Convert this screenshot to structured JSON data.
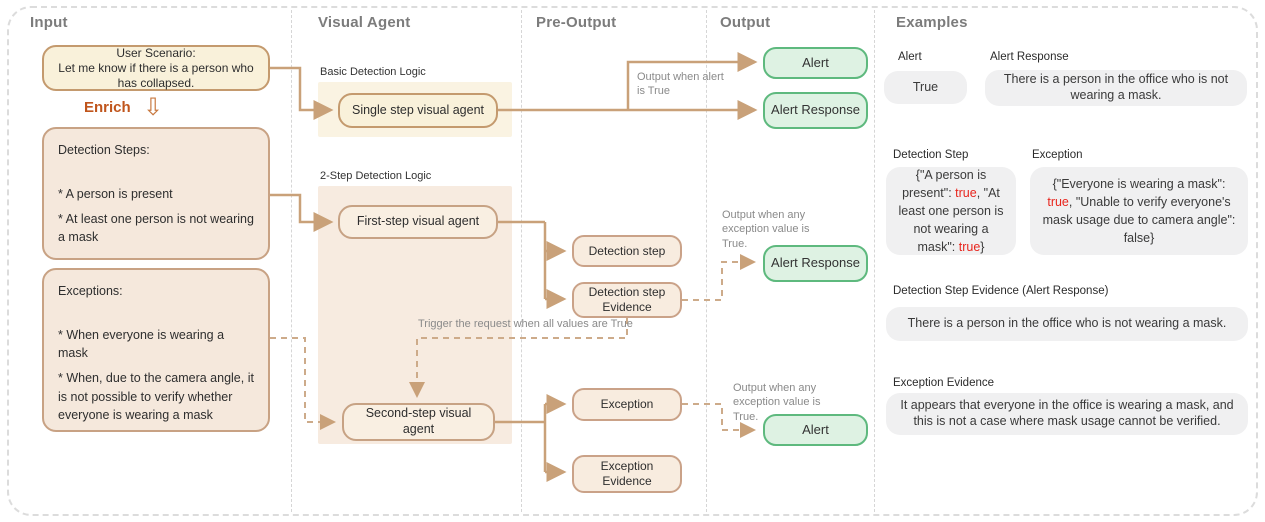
{
  "columns": {
    "input_title": "Input",
    "visual_agent_title": "Visual Agent",
    "pre_output_title": "Pre-Output",
    "output_title": "Output",
    "examples_title": "Examples"
  },
  "input": {
    "user_scenario_title": "User Scenario:",
    "user_scenario_text": "Let me know if there is a person who has collapsed.",
    "enrich_label": "Enrich",
    "enrich_arrow_icon": "⇩",
    "detection_steps_title": "Detection Steps:",
    "detection_steps_items": {
      "0": "* A person is present",
      "1": "* At least one person is not wearing a mask"
    },
    "exceptions_title": "Exceptions:",
    "exceptions_items": {
      "0": "* When everyone is wearing a mask",
      "1": "* When, due to the camera angle, it is not possible to verify whether everyone is wearing a mask"
    }
  },
  "visual_agent": {
    "basic_logic_label": "Basic Detection Logic",
    "single_step_agent": "Single step visual agent",
    "two_step_logic_label": "2-Step Detection Logic",
    "first_step_agent": "First-step visual agent",
    "second_step_agent": "Second-step visual agent"
  },
  "pre_output": {
    "detection_step": "Detection step",
    "detection_step_evidence": "Detection step Evidence",
    "exception": "Exception",
    "exception_evidence": "Exception Evidence"
  },
  "output": {
    "alert_top": "Alert",
    "alert_response_top": "Alert Response",
    "alert_response_mid": "Alert Response",
    "alert_bottom": "Alert"
  },
  "annotations": {
    "output_when_alert": "Output when alert is True",
    "trigger_request": "Trigger the request when all values are True",
    "output_when_exception_mid": "Output when any exception value is True.",
    "output_when_exception_bottom": "Output when any exception value is True."
  },
  "examples": {
    "alert_label": "Alert",
    "alert_value": "True",
    "alert_response_label": "Alert Response",
    "alert_response_value": "There is a person in the office who is not wearing a mask.",
    "detection_step_label": "Detection Step",
    "detection_step_segments": {
      "0": {
        "text": "{\"A person is present\": "
      },
      "1": {
        "text": "true"
      },
      "2": {
        "text": ", \"At least one person is not wearing a mask\": "
      },
      "3": {
        "text": "true"
      },
      "4": {
        "text": "}"
      }
    },
    "exception_label": "Exception",
    "exception_segments": {
      "0": {
        "text": "{\"Everyone is wearing a mask\": "
      },
      "1": {
        "text": "true"
      },
      "2": {
        "text": ", \"Unable to verify everyone's mask usage due to camera angle\": false}"
      }
    },
    "detection_step_evidence_label": "Detection Step Evidence (Alert Response)",
    "detection_step_evidence_value": "There is a person in the office who is not wearing a mask.",
    "exception_evidence_label": "Exception Evidence",
    "exception_evidence_value": "It appears that everyone in the office is wearing a mask, and this is not a case where mask usage cannot be verified."
  },
  "palette": {
    "connector_tan": "#c9a179",
    "cream_fill": "#f9f1da",
    "peach_fill": "#f5e8dc",
    "panel_basic": "#faf3e2",
    "panel_two_step": "#f7ebe0",
    "green_fill": "#def2e3",
    "green_border": "#5eb97e",
    "gray_fill": "#f0f0f1",
    "red_text": "#e8251d",
    "enrich_orange": "#c0551c"
  }
}
